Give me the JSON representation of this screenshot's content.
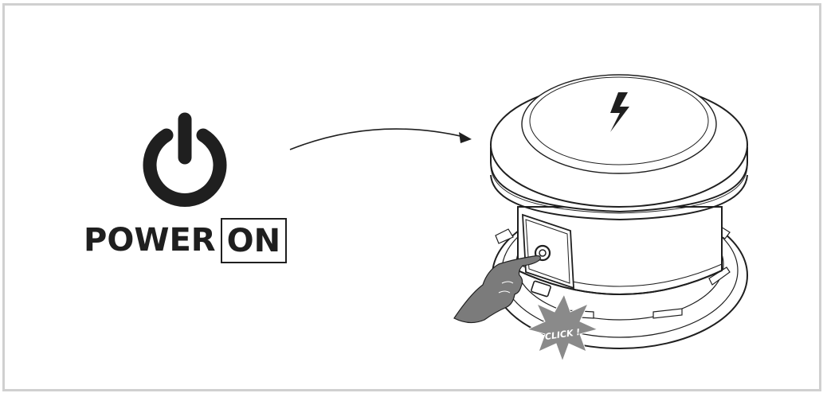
{
  "power_label": {
    "word": "POWER",
    "state": "ON"
  },
  "burst_label": "CLICK !",
  "icons": {
    "power": "power-icon",
    "bolt": "lightning-bolt-icon",
    "arrow": "curved-arrow-icon",
    "hand": "pointing-hand-icon"
  },
  "colors": {
    "ink": "#1f1f1f",
    "burst": "#8a8a8a",
    "hand": "#7b7b7b",
    "frame": "#d0d0d0"
  }
}
